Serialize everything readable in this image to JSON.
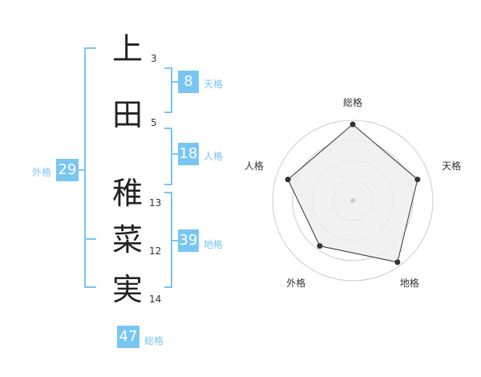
{
  "name_chars": [
    {
      "char": "上",
      "strokes": "3"
    },
    {
      "char": "田",
      "strokes": "5"
    },
    {
      "char": "稚",
      "strokes": "13"
    },
    {
      "char": "菜",
      "strokes": "12"
    },
    {
      "char": "実",
      "strokes": "14"
    }
  ],
  "scores": {
    "tenkaku": {
      "value": "8",
      "label": "天格"
    },
    "jinkaku": {
      "value": "18",
      "label": "人格"
    },
    "chikaku": {
      "value": "39",
      "label": "地格"
    },
    "gaikaku": {
      "value": "29",
      "label": "外格"
    },
    "soukaku": {
      "value": "47",
      "label": "総格"
    }
  },
  "radar": {
    "axes": [
      "総格",
      "天格",
      "地格",
      "外格",
      "人格"
    ],
    "values": [
      0.95,
      0.85,
      0.95,
      0.7,
      0.85
    ],
    "colors": {
      "fill": "#eeeeee",
      "line": "#333333",
      "ring": "#cccccc",
      "point": "#333333",
      "center": "#cccccc"
    }
  },
  "colors": {
    "accent": "#79c6f3"
  }
}
